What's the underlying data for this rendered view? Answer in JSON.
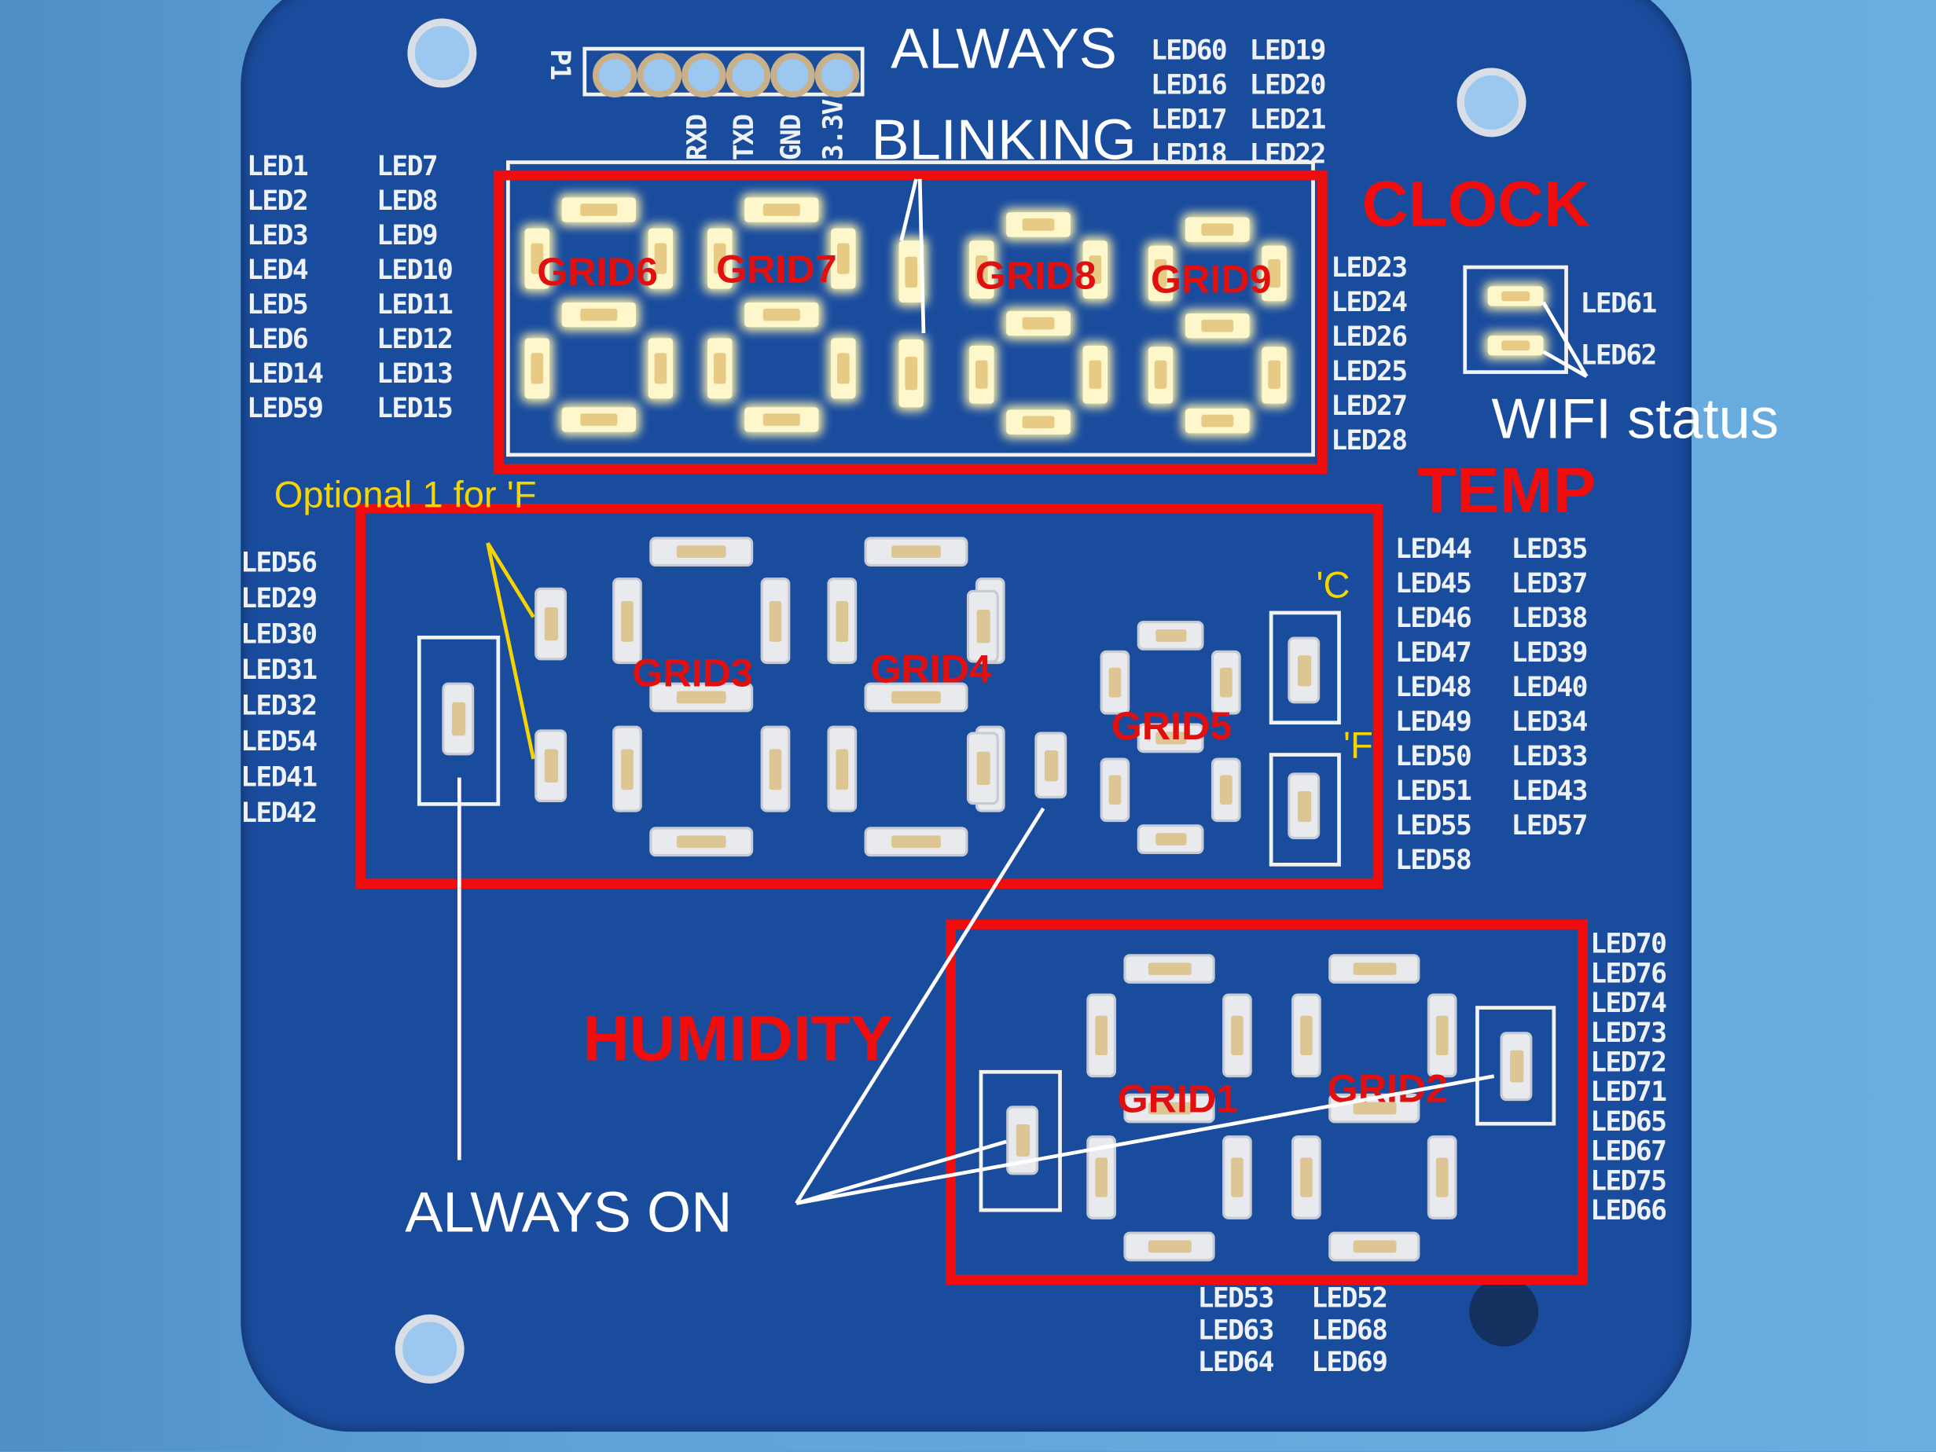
{
  "annotations": {
    "always_blinking": [
      "ALWAYS",
      "BLINKING"
    ],
    "clock": "CLOCK",
    "temp": "TEMP",
    "humidity": "HUMIDITY",
    "wifi_status": "WIFI status",
    "always_on": "ALWAYS ON",
    "optional": "Optional 1 for 'F",
    "celsius": "'C",
    "fahrenheit": "'F",
    "grids": [
      "GRID1",
      "GRID2",
      "GRID3",
      "GRID4",
      "GRID5",
      "GRID6",
      "GRID7",
      "GRID8",
      "GRID9"
    ]
  },
  "colors": {
    "annotation_box": "#f00d0d",
    "pcb": "#1a4c9e",
    "optional_note": "#f5d400",
    "note_text": "#ffffff"
  },
  "silkscreen": {
    "header": "P1",
    "pins": [
      "RXD",
      "TXD",
      "GND",
      "3.3V"
    ],
    "clock_left_a": [
      "LED1",
      "LED2",
      "LED3",
      "LED4",
      "LED5",
      "LED6",
      "LED14",
      "LED59"
    ],
    "clock_left_b": [
      "LED7",
      "LED8",
      "LED9",
      "LED10",
      "LED11",
      "LED12",
      "LED13",
      "LED15"
    ],
    "top_a": [
      "LED60",
      "LED16",
      "LED17",
      "LED18"
    ],
    "top_b": [
      "LED19",
      "LED20",
      "LED21",
      "LED22"
    ],
    "clock_right": [
      "LED23",
      "LED24",
      "LED26",
      "LED25",
      "LED27",
      "LED28"
    ],
    "wifi": [
      "LED61",
      "LED62"
    ],
    "temp_left": [
      "LED56",
      "LED29",
      "LED30",
      "LED31",
      "LED32",
      "LED54",
      "LED41",
      "LED42"
    ],
    "temp_right_a": [
      "LED44",
      "LED45",
      "LED46",
      "LED47",
      "LED48",
      "LED49",
      "LED50",
      "LED51",
      "LED55",
      "LED58"
    ],
    "temp_right_b": [
      "LED35",
      "LED37",
      "LED38",
      "LED39",
      "LED40",
      "LED34",
      "LED33",
      "LED43",
      "LED57"
    ],
    "humidity_right": [
      "LED70",
      "LED76",
      "LED74",
      "LED73",
      "LED72",
      "LED71",
      "LED65",
      "LED67",
      "LED75",
      "LED66"
    ],
    "bottom_a": [
      "LED53",
      "LED63",
      "LED64"
    ],
    "bottom_b": [
      "LED52",
      "LED68",
      "LED69"
    ]
  }
}
